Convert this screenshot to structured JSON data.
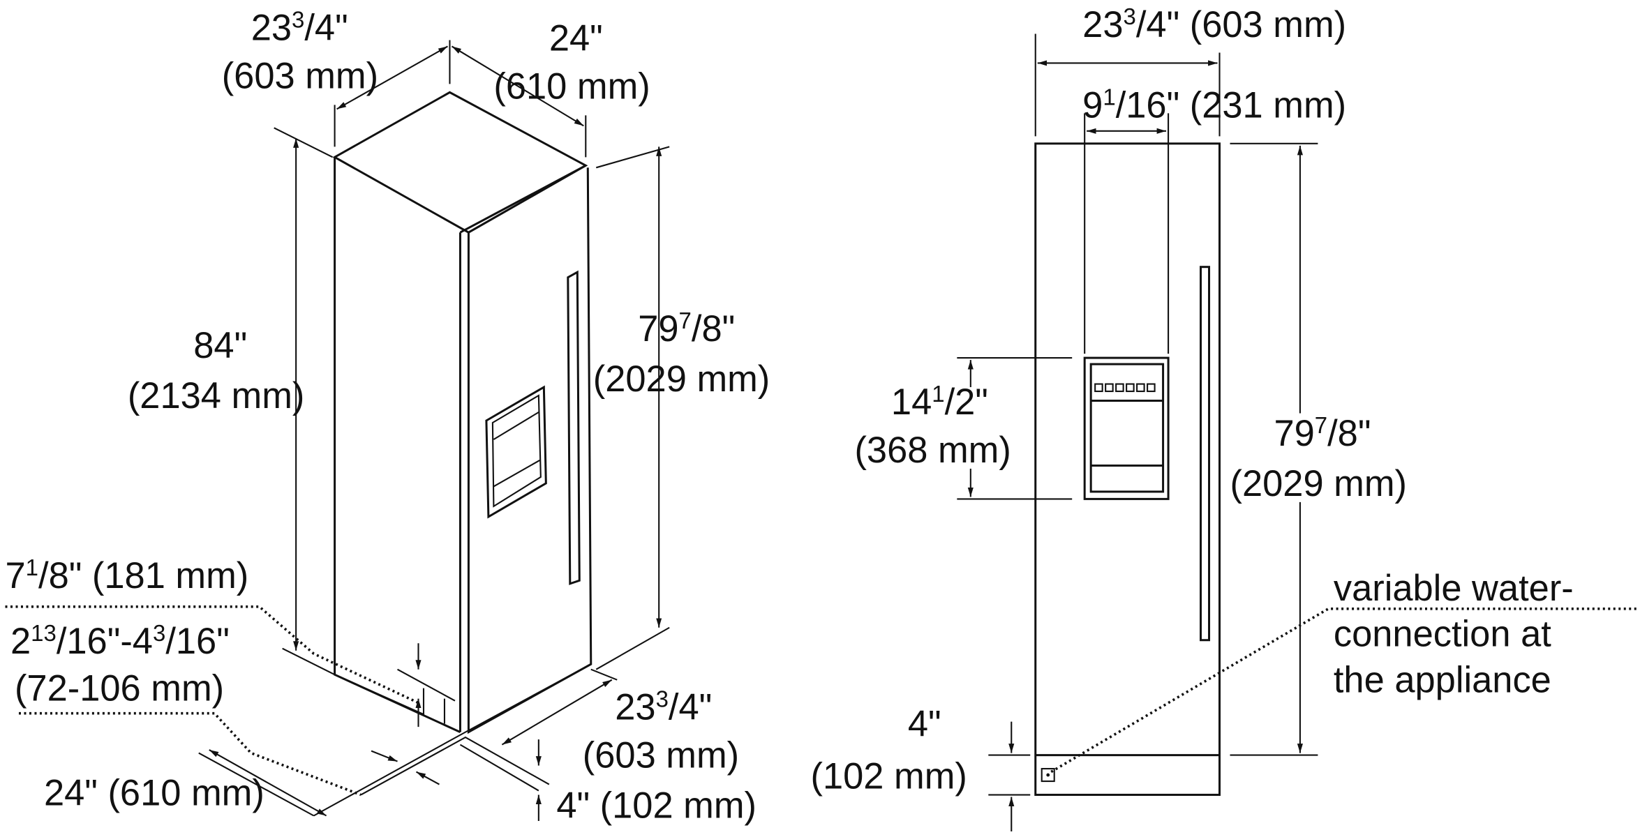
{
  "iso_view": {
    "top_depth": {
      "whole": "23",
      "num": "3",
      "den": "/4\"",
      "mm": "(603 mm)"
    },
    "top_width": {
      "in": "24\"",
      "mm": "(610 mm)"
    },
    "total_height": {
      "in": "84\"",
      "mm": "(2134 mm)"
    },
    "door_height": {
      "whole": "79",
      "num": "7",
      "den": "/8\"",
      "mm": "(2029 mm)"
    },
    "toe_kick": {
      "whole": "7",
      "num": "1",
      "rest": "/8\" (181 mm)"
    },
    "adjust": {
      "a": "2",
      "a_num": "13",
      "a_den": "/16\"-4",
      "b_num": "3",
      "b_den": "/16\"",
      "mm": "(72-106 mm)"
    },
    "bottom_depth": {
      "whole": "23",
      "num": "3",
      "den": "/4\"",
      "mm": "(603 mm)"
    },
    "bottom_width": "24\" (610 mm)",
    "bottom_base": "4\" (102 mm)"
  },
  "front_view": {
    "width": {
      "whole": "23",
      "num": "3",
      "rest": "/4\" (603 mm)"
    },
    "dispenser_width": {
      "whole": "9",
      "num": "1",
      "rest": "/16\" (231 mm)"
    },
    "dispenser_height": {
      "whole": "14",
      "num": "1",
      "den": "/2\"",
      "mm": "(368 mm)"
    },
    "door_height": {
      "whole": "79",
      "num": "7",
      "den": "/8\"",
      "mm": "(2029 mm)"
    },
    "base": {
      "in": "4\"",
      "mm": "(102 mm)"
    },
    "note": [
      "variable water-",
      "connection at",
      "the appliance"
    ]
  }
}
